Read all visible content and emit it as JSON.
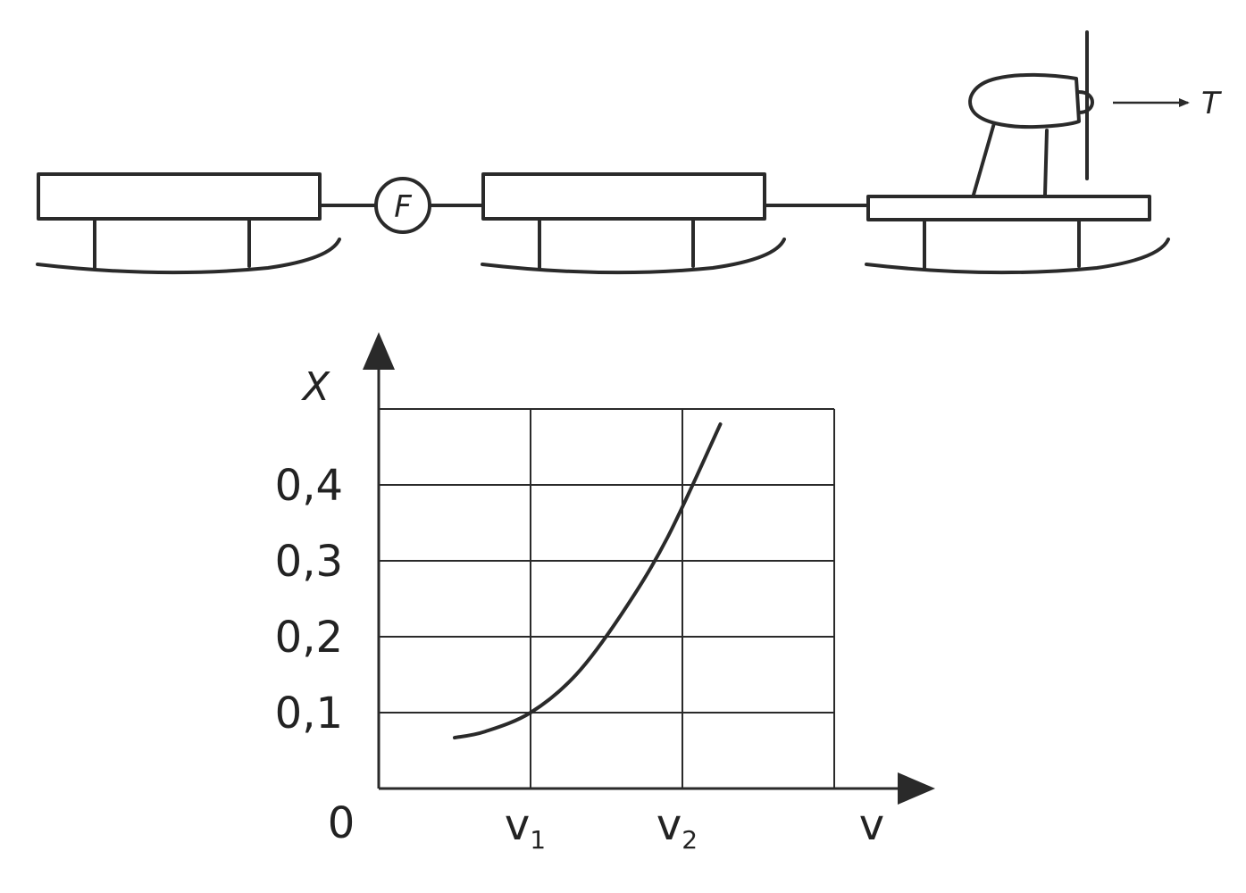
{
  "diagram": {
    "labels": {
      "force": "F",
      "traction": "T"
    }
  },
  "chart_data": {
    "type": "line",
    "xlabel": "v",
    "ylabel": "X",
    "origin_label": "0",
    "x_ticks": [
      {
        "base": "v",
        "sub": "1",
        "value": 1
      },
      {
        "base": "v",
        "sub": "2",
        "value": 2
      }
    ],
    "y_ticks": [
      "0,1",
      "0,2",
      "0,3",
      "0,4"
    ],
    "xlim": [
      0,
      2.0
    ],
    "ylim": [
      0,
      0.5
    ],
    "grid": true,
    "series": [
      {
        "x": [
          0.5,
          0.7,
          1.0,
          1.3,
          1.6,
          1.9,
          2.25
        ],
        "y": [
          0.067,
          0.075,
          0.1,
          0.15,
          0.23,
          0.33,
          0.48
        ]
      }
    ]
  }
}
